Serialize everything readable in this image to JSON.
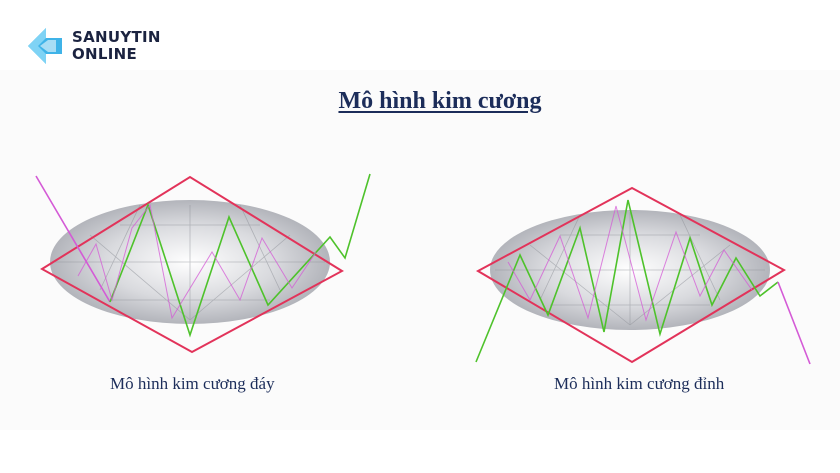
{
  "logo": {
    "line1": "SANUYTIN",
    "line2": "ONLINE",
    "icon": "arrow-logo-icon"
  },
  "title": "Mô hình kim cương",
  "captions": {
    "left": "Mô hình kim cương đáy",
    "right": "Mô hình kim cương đỉnh"
  },
  "colors": {
    "frame": "#e2335a",
    "rise": "#4ec22b",
    "fall": "#d45ad6",
    "title": "#1c2d5a",
    "logo_accent": "#3fb3e8"
  }
}
